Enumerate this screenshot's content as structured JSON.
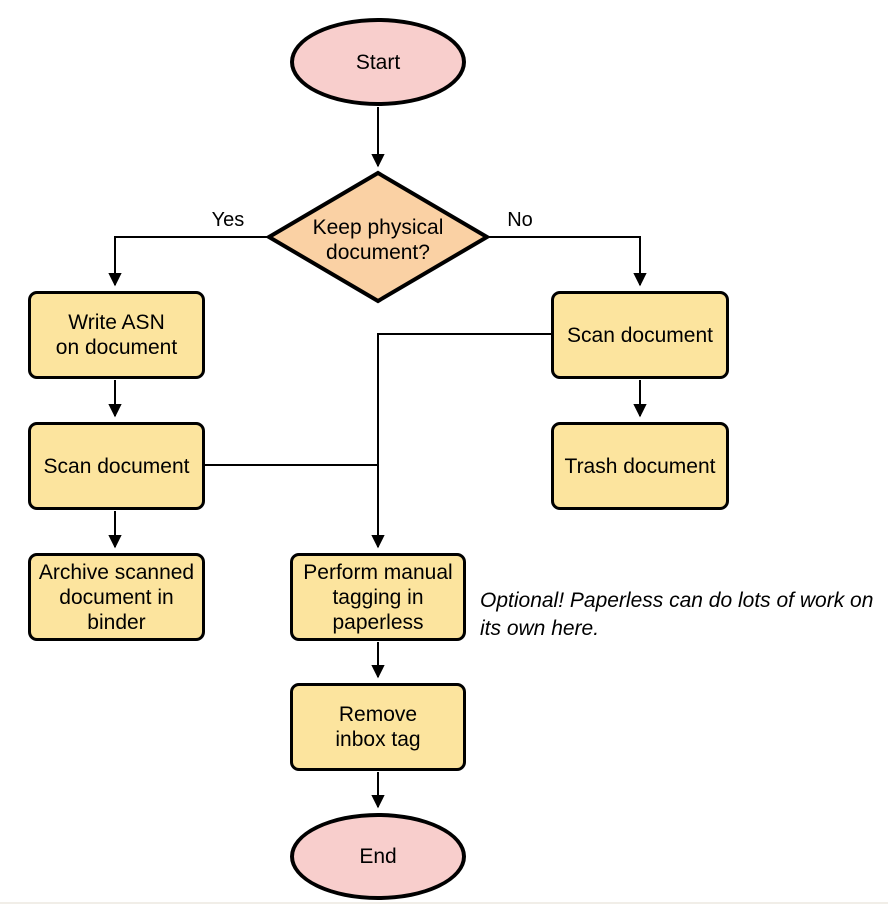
{
  "nodes": {
    "start": {
      "type": "terminal",
      "lines": [
        "Start"
      ]
    },
    "decision": {
      "type": "decision",
      "lines": [
        "Keep physical",
        "document?"
      ]
    },
    "write_asn": {
      "type": "process",
      "lines": [
        "Write ASN",
        "on document"
      ]
    },
    "scan_left": {
      "type": "process",
      "lines": [
        "Scan document"
      ]
    },
    "archive": {
      "type": "process",
      "lines": [
        "Archive scanned",
        "document in",
        "binder"
      ]
    },
    "scan_right": {
      "type": "process",
      "lines": [
        "Scan document"
      ]
    },
    "trash": {
      "type": "process",
      "lines": [
        "Trash document"
      ]
    },
    "tagging": {
      "type": "process",
      "lines": [
        "Perform manual",
        "tagging in",
        "paperless"
      ]
    },
    "remove_inbox": {
      "type": "process",
      "lines": [
        "Remove",
        "inbox tag"
      ]
    },
    "end": {
      "type": "terminal",
      "lines": [
        "End"
      ]
    }
  },
  "edge_labels": {
    "yes": "Yes",
    "no": "No"
  },
  "note": {
    "lines": [
      "Optional! Paperless can do lots of work on",
      "its own here."
    ]
  },
  "colors": {
    "terminal_fill": "#f8cecc",
    "decision_fill": "#fad1a4",
    "process_fill": "#fce49e",
    "stroke": "#000000",
    "text": "#000000",
    "page_divider": "#f1eee8"
  }
}
